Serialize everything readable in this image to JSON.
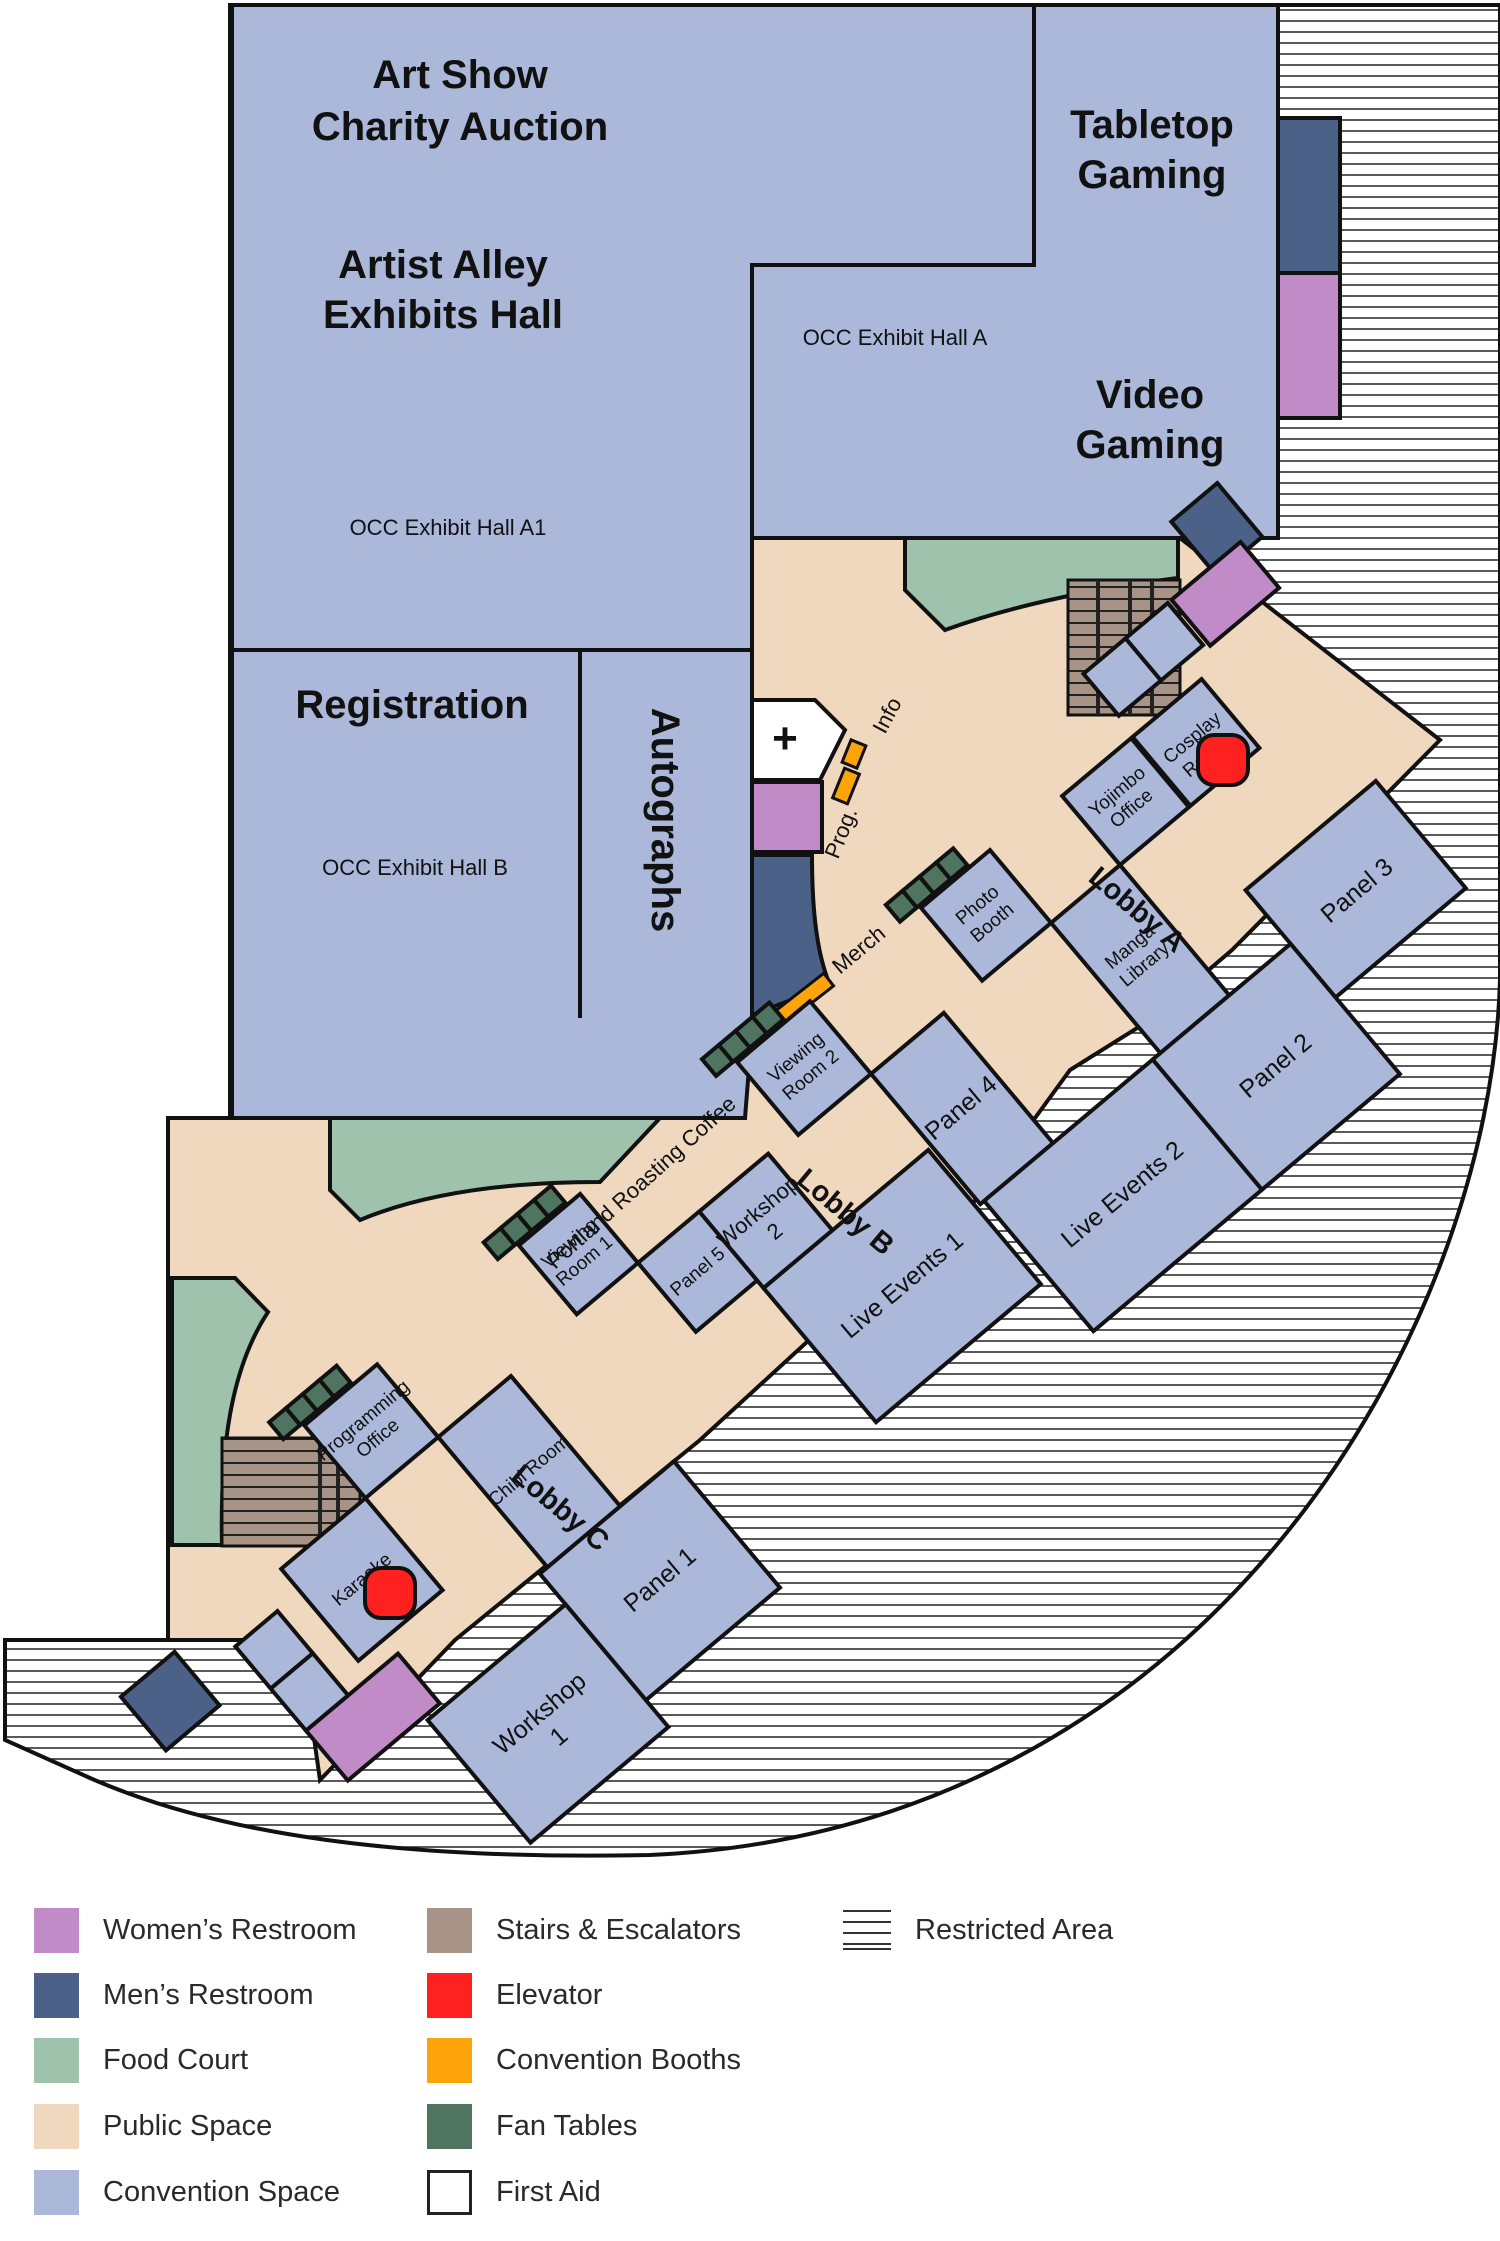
{
  "map": {
    "halls": {
      "art_show": "Art Show",
      "charity_auction": "Charity Auction",
      "artist_alley": "Artist Alley",
      "exhibits_hall": "Exhibits Hall",
      "hall_a1": "OCC Exhibit Hall A1",
      "hall_a": "OCC Exhibit Hall A",
      "tabletop": "Tabletop",
      "gaming_1": "Gaming",
      "video": "Video",
      "gaming_2": "Gaming",
      "registration": "Registration",
      "hall_b": "OCC Exhibit Hall B",
      "autographs": "Autographs"
    },
    "booths": {
      "info": "Info",
      "prog": "Prog.",
      "merch": "Merch",
      "first_aid_symbol": "+"
    },
    "lobbies": {
      "a": "Lobby A",
      "b": "Lobby B",
      "c": "Lobby C"
    },
    "cafe": "Portland Roasting Coffee",
    "rooms": {
      "yojimbo_1": "Yojimbo",
      "yojimbo_2": "Office",
      "cosplay_1": "Cosplay",
      "cosplay_2": "Repair",
      "photo_1": "Photo",
      "photo_2": "Booth",
      "manga_1": "Manga",
      "manga_2": "Library",
      "panel3": "Panel 3",
      "panel2": "Panel 2",
      "viewing2_1": "Viewing",
      "viewing2_2": "Room 2",
      "panel4": "Panel 4",
      "live2": "Live Events 2",
      "viewing1_1": "Viewing",
      "viewing1_2": "Room 1",
      "panel5": "Panel 5",
      "workshop2_1": "Workshop",
      "workshop2_2": "2",
      "live1": "Live Events 1",
      "prog_office_1": "Programming",
      "prog_office_2": "Office",
      "chibi": "Chibi Room",
      "karaoke": "Karaoke",
      "panel1": "Panel 1",
      "workshop1_1": "Workshop",
      "workshop1_2": "1"
    }
  },
  "colors": {
    "womens": "#c08bc6",
    "mens": "#4b6188",
    "food": "#9fc2ad",
    "public": "#f0d8bf",
    "convention": "#abb8da",
    "stairs": "#a89486",
    "elevator": "#ff2020",
    "booth": "#fca40a",
    "fan": "#4f7560",
    "first_aid": "#ffffff"
  },
  "legend": {
    "womens": "Women’s Restroom",
    "mens": "Men’s Restroom",
    "food": "Food Court",
    "public": "Public Space",
    "convention": "Convention Space",
    "stairs": "Stairs & Escalators",
    "elevator": "Elevator",
    "booths": "Convention Booths",
    "fan": "Fan Tables",
    "first_aid": "First Aid",
    "restricted": "Restricted Area"
  }
}
